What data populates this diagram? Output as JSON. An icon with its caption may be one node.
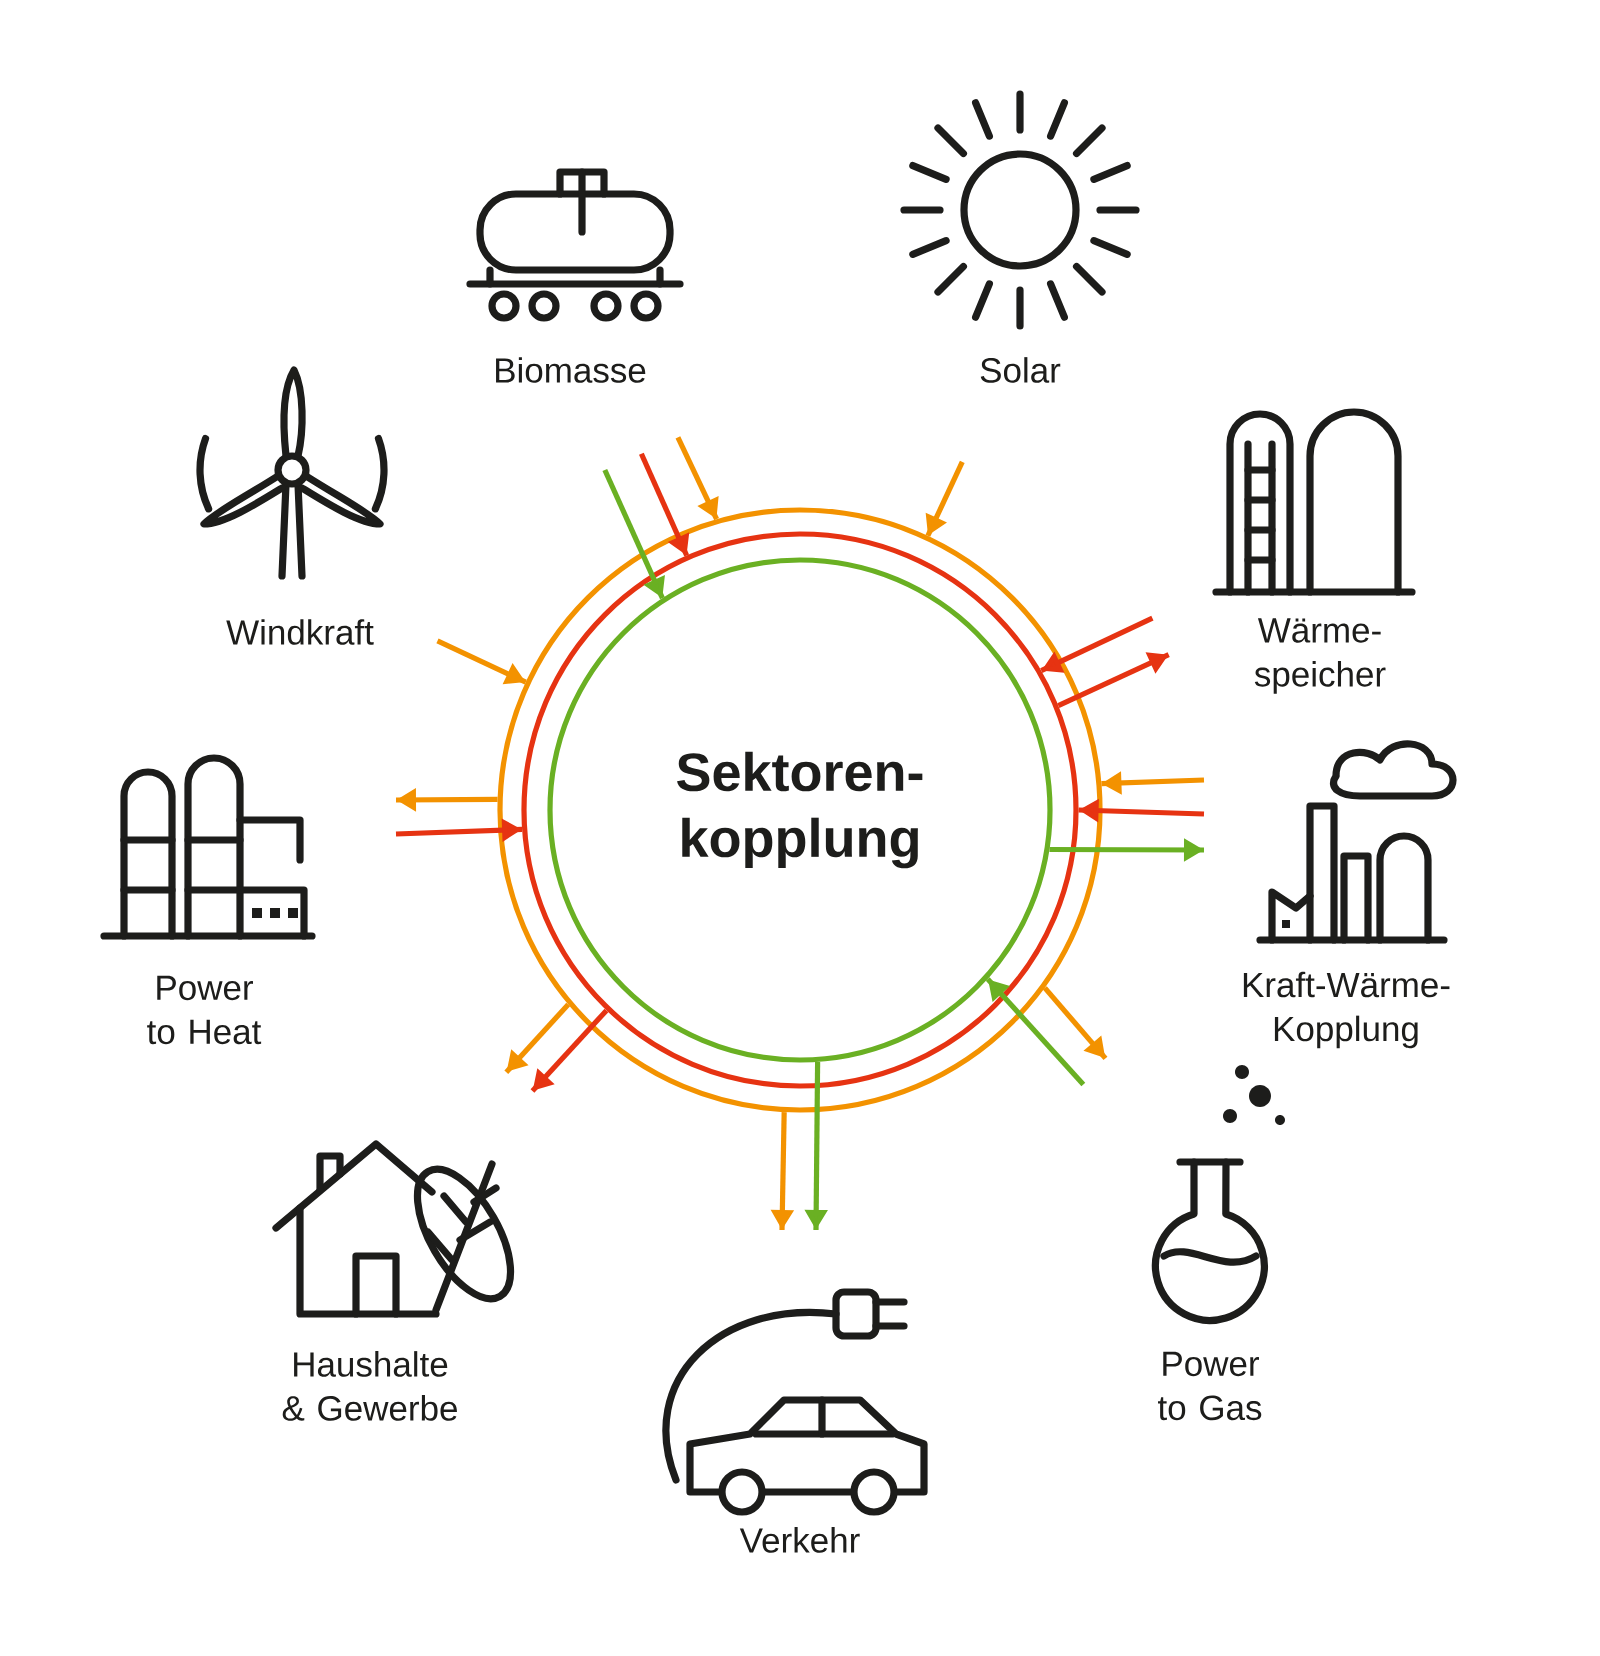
{
  "diagram": {
    "nodes": [
      {
        "text": [],
        "shape": "circle"
      },
      {
        "text": [],
        "shape": "circle",
        "in": 0
      },
      {
        "text": [
          "Sektoren- kopplung"
        ],
        "in": 1
      },
      {
        "text": [
          "Biomasse"
        ]
      },
      {
        "text": [
          "Solar"
        ]
      },
      {
        "text": [
          "Wärme- speicher"
        ]
      },
      {
        "text": [
          "Kraft-Wärme- Kopplung"
        ]
      },
      {
        "text": [
          "Power to Gas"
        ]
      },
      {
        "text": [
          "Verkehr"
        ]
      },
      {
        "text": [
          "Haushalte & Gewerbe"
        ]
      },
      {
        "text": [
          "Power to Heat"
        ]
      },
      {
        "text": [
          "Windkraft"
        ]
      }
    ],
    "edges": [
      {
        "from": null,
        "to": 2,
        "arrow": "to",
        "color": "#6ab023"
      },
      {
        "from": null,
        "to": 1,
        "arrow": "to",
        "color": "#e63312"
      },
      {
        "from": null,
        "to": 0,
        "arrow": "to",
        "color": "#f39200"
      },
      {
        "from": null,
        "to": 0,
        "arrow": "to",
        "color": "#f39200"
      },
      {
        "from": null,
        "to": 1,
        "arrow": "to",
        "color": "#e63312"
      },
      {
        "from": 1,
        "to": null,
        "arrow": "to",
        "color": "#e63312"
      },
      {
        "from": null,
        "to": 0,
        "arrow": "to",
        "color": "#f39200"
      },
      {
        "from": null,
        "to": 1,
        "arrow": "to",
        "color": "#e63312"
      },
      {
        "from": 2,
        "to": null,
        "arrow": "to",
        "color": "#6ab023"
      },
      {
        "from": 0,
        "to": null,
        "arrow": "to",
        "color": "#f39200"
      },
      {
        "from": null,
        "to": 2,
        "arrow": "to",
        "color": "#6ab023"
      },
      {
        "from": 0,
        "to": null,
        "arrow": "to",
        "color": "#f39200"
      },
      {
        "from": 2,
        "to": null,
        "arrow": "to",
        "color": "#6ab023"
      },
      {
        "from": 0,
        "to": null,
        "arrow": "to",
        "color": "#f39200"
      },
      {
        "from": 1,
        "to": null,
        "arrow": "to",
        "color": "#e63312"
      },
      {
        "from": 0,
        "to": null,
        "arrow": "to",
        "color": "#f39200"
      },
      {
        "from": null,
        "to": 1,
        "arrow": "to",
        "color": "#e63312"
      },
      {
        "from": null,
        "to": 0,
        "arrow": "to",
        "color": "#f39200"
      }
    ]
  }
}
